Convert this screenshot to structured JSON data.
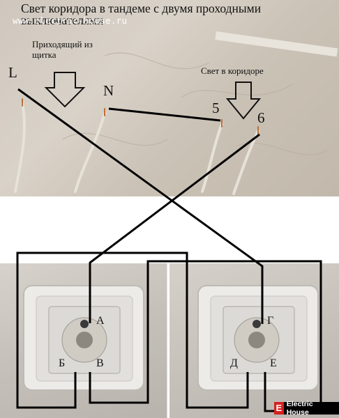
{
  "title": "Свет коридора в тандеме с двумя проходными выключателями",
  "watermark": "www.electric-house.ru",
  "labels": {
    "incoming": "Приходящий из щитка",
    "corridor_light": "Свет в коридоре",
    "L": "L",
    "N": "N",
    "five": "5",
    "six": "6"
  },
  "terminals": {
    "left": {
      "top": "А",
      "bottom_left": "Б",
      "bottom_right": "В"
    },
    "right": {
      "top": "Г",
      "bottom_left": "Д",
      "bottom_right": "Е"
    }
  },
  "brand": {
    "badge": "E",
    "name": "Electric House"
  },
  "colors": {
    "wire": "#000000",
    "wire_insulation": "#e6e2d8",
    "plate": "#e9e9e7",
    "brand_red": "#d62020"
  }
}
